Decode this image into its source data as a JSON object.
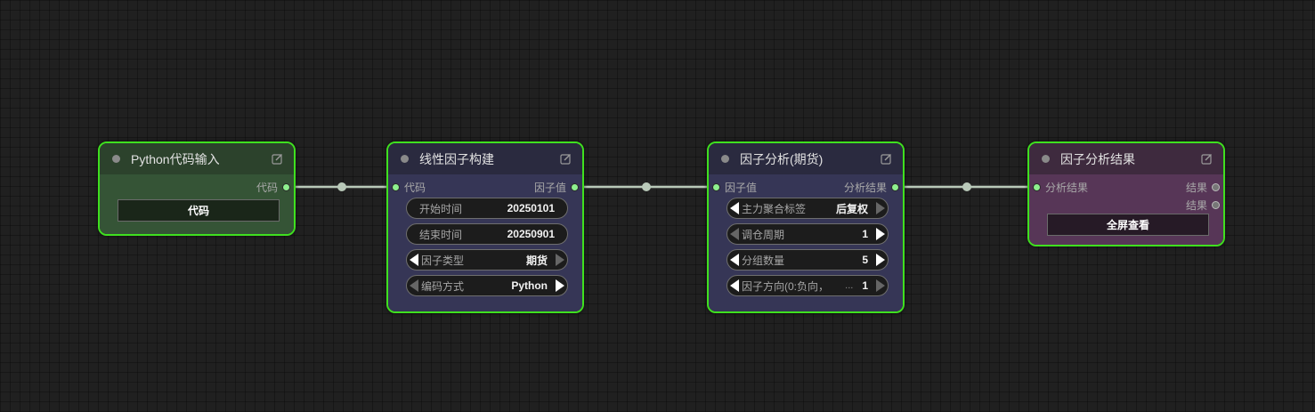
{
  "colors": {
    "canvas_bg": "#202020",
    "node_border": "#3fe01f",
    "link": "#b9c9b9",
    "slot": "#8ef08e"
  },
  "nodes": [
    {
      "key": "python-input",
      "title": "Python代码输入",
      "header_color": "#2c422c",
      "body_color": "#355436",
      "outputs": [
        "代码"
      ],
      "button": "代码",
      "button_bg": "#1a2619"
    },
    {
      "key": "linear-factor",
      "title": "线性因子构建",
      "header_color": "#2a2a3f",
      "body_color": "#363656",
      "input": "代码",
      "output": "因子值",
      "widgets": [
        {
          "label": "开始时间",
          "value": "20250101",
          "arrows": false
        },
        {
          "label": "结束时间",
          "value": "20250901",
          "arrows": false
        },
        {
          "label": "因子类型",
          "value": "期货",
          "arrows": true,
          "left_dim": false,
          "right_dim": true
        },
        {
          "label": "编码方式",
          "value": "Python",
          "arrows": true,
          "left_dim": true,
          "right_dim": false
        }
      ]
    },
    {
      "key": "factor-analysis",
      "title": "因子分析(期货)",
      "header_color": "#2a2a3f",
      "body_color": "#363656",
      "input": "因子值",
      "output": "分析结果",
      "widgets": [
        {
          "label": "主力聚合标签",
          "value": "后复权",
          "arrows": true,
          "left_dim": false,
          "right_dim": true
        },
        {
          "label": "调仓周期",
          "value": "1",
          "arrows": true,
          "left_dim": true,
          "right_dim": false
        },
        {
          "label": "分组数量",
          "value": "5",
          "arrows": true,
          "left_dim": false,
          "right_dim": false
        },
        {
          "label": "因子方向(0:负向，",
          "ellipsis": "...",
          "value": "1",
          "arrows": true,
          "left_dim": false,
          "right_dim": true
        }
      ]
    },
    {
      "key": "factor-result",
      "title": "因子分析结果",
      "header_color": "#3e2a3e",
      "body_color": "#573657",
      "input": "分析结果",
      "outputs": [
        "结果",
        "结果"
      ],
      "button": "全屏查看",
      "button_bg": "#261a26"
    }
  ]
}
